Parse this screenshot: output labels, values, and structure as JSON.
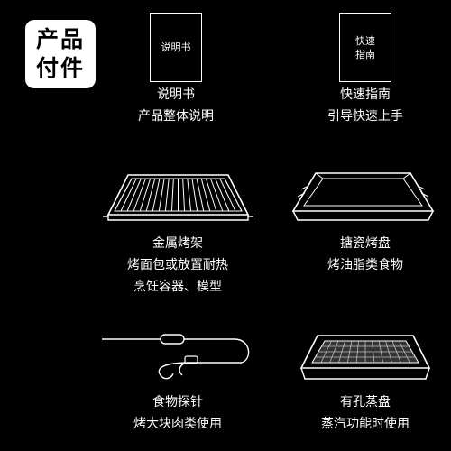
{
  "badge": {
    "line1": "产品",
    "line2": "付件"
  },
  "items": [
    {
      "cover": [
        "说明书"
      ],
      "title": "说明书",
      "desc": [
        "产品整体说明"
      ]
    },
    {
      "cover": [
        "快速",
        "指南"
      ],
      "title": "快速指南",
      "desc": [
        "引导快速上手"
      ]
    },
    {
      "title": "金属烤架",
      "desc": [
        "烤面包或放置耐热",
        "烹饪容器、模型"
      ]
    },
    {
      "title": "搪瓷烤盘",
      "desc": [
        "烤油脂类食物"
      ]
    },
    {
      "title": "食物探针",
      "desc": [
        "烤大块肉类使用"
      ]
    },
    {
      "title": "有孔蒸盘",
      "desc": [
        "蒸汽功能时使用"
      ]
    }
  ]
}
